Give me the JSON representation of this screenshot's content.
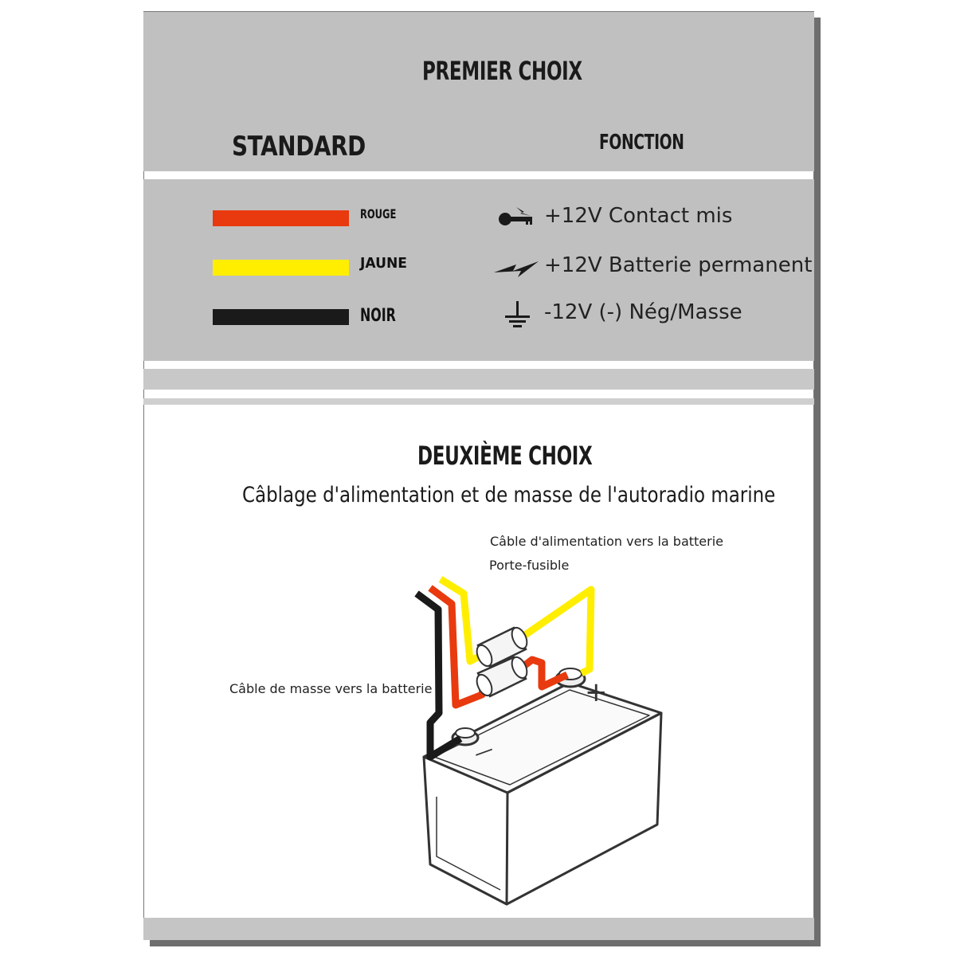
{
  "section1": {
    "title": "PREMIER CHOIX",
    "col_standard": "STANDARD",
    "col_fonction": "FONCTION",
    "wires": [
      {
        "label": "ROUGE",
        "color": "#e83a0e",
        "icon": "ignition-key-icon",
        "function": "+12V Contact mis"
      },
      {
        "label": "JAUNE",
        "color": "#ffee00",
        "icon": "lightning-bolt-icon",
        "function": "+12V Batterie permanent"
      },
      {
        "label": "NOIR",
        "color": "#1a1a1a",
        "icon": "ground-icon",
        "function": "-12V (-) Nég/Masse"
      }
    ]
  },
  "section2": {
    "title": "DEUXIÈME CHOIX",
    "subtitle": "Câblage d'alimentation et de masse de l'autoradio marine",
    "callouts": {
      "power_cable": "Câble d'alimentation vers la batterie",
      "fuse_holder": "Porte-fusible",
      "ground_cable": "Câble de masse vers la batterie"
    },
    "battery": {
      "positive_symbol": "+",
      "negative_symbol": "—"
    }
  }
}
